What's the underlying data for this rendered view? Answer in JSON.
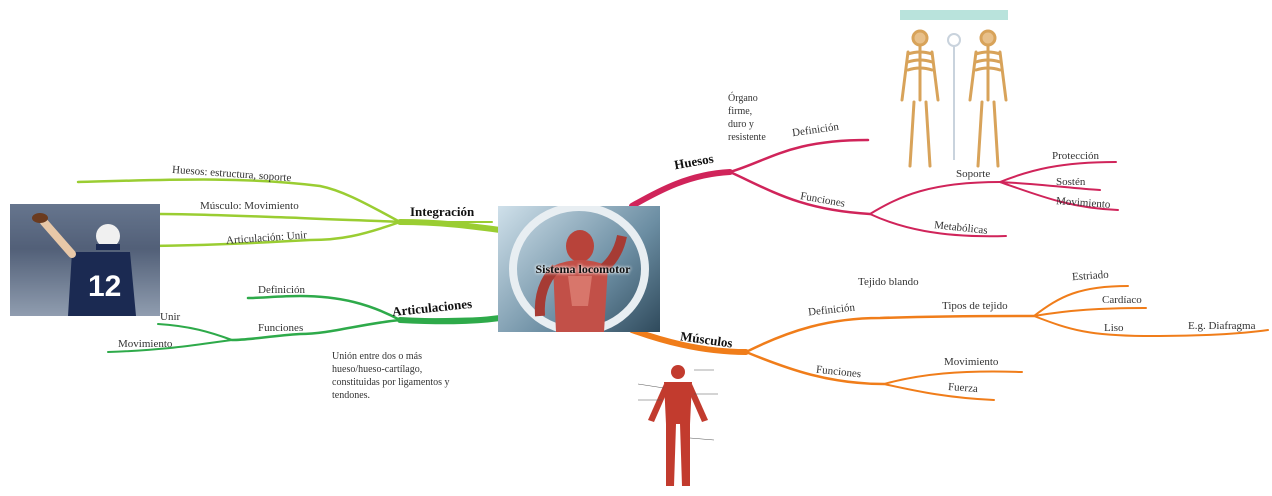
{
  "central": {
    "title": "Sistema locomotor"
  },
  "integracion": {
    "title": "Integración",
    "items": [
      "Huesos: estructura, soporte",
      "Músculo: Movimiento",
      "Articulación: Unir"
    ]
  },
  "articulaciones": {
    "title": "Articulaciones",
    "definicion": "Definición",
    "funciones": "Funciones",
    "funciones_items": [
      "Unir",
      "Movimiento"
    ],
    "note": "Unión entre dos o más hueso/hueso-cartílago, constituidas por ligamentos y tendones."
  },
  "huesos": {
    "title": "Huesos",
    "definicion": "Definición",
    "definicion_note": "Órgano firme, duro y resistente",
    "funciones": "Funciones",
    "soporte": "Soporte",
    "soporte_items": [
      "Protección",
      "Sostén",
      "Movimiento"
    ],
    "metabolicas": "Metabólicas"
  },
  "musculos": {
    "title": "Músculos",
    "definicion": "Definición",
    "tejido_blando": "Tejido blando",
    "tipos": "Tipos de tejido",
    "tipos_items": [
      "Estriado",
      "Cardíaco",
      "Liso"
    ],
    "liso_ejemplo": "E.g. Diafragma",
    "funciones": "Funciones",
    "funciones_items": [
      "Movimiento",
      "Fuerza"
    ]
  },
  "colors": {
    "integracion": "#9acd32",
    "articulaciones": "#2eaa4a",
    "huesos": "#d0245a",
    "musculos": "#f07d1a"
  }
}
